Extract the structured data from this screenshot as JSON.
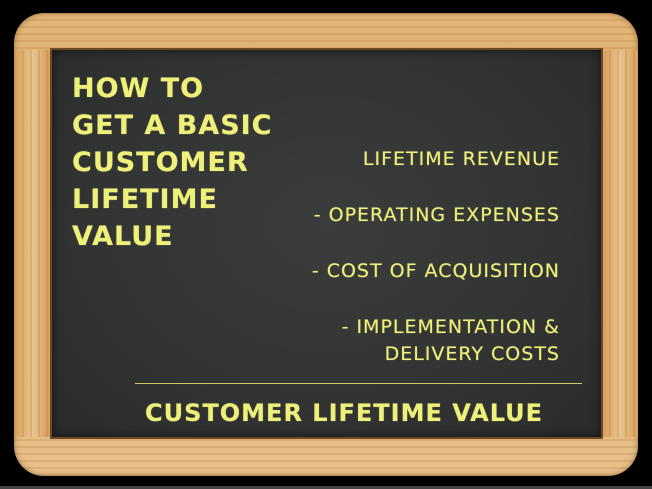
{
  "title_lines": [
    "HOW TO",
    "GET A BASIC",
    "CUSTOMER",
    "LIFETIME",
    "VALUE"
  ],
  "formula": {
    "items": [
      "LIFETIME REVENUE",
      "-  OPERATING EXPENSES",
      "- COST OF ACQUISITION",
      "- IMPLEMENTATION &",
      "DELIVERY COSTS"
    ],
    "result": "CUSTOMER LIFETIME VALUE"
  },
  "colors": {
    "chalk": "#eef07a",
    "board": "#313433",
    "frame_wood": "#dcab69",
    "background": "#000000"
  }
}
